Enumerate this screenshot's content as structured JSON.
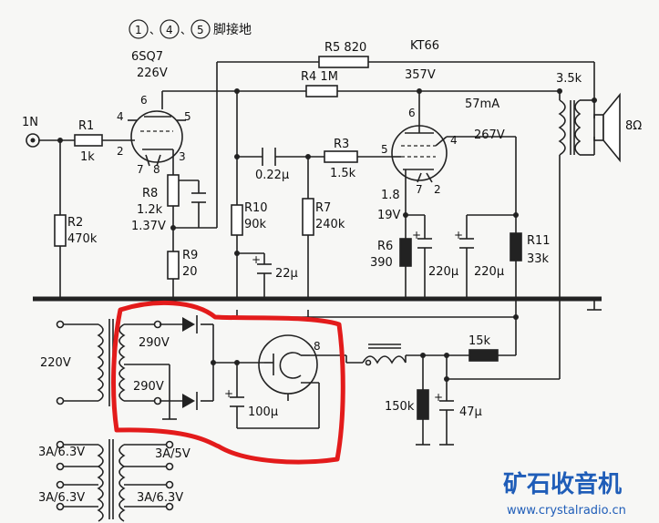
{
  "note": {
    "circled": [
      "1",
      "4",
      "5"
    ],
    "separator": "、",
    "suffix": "脚接地"
  },
  "tubes": {
    "pre": {
      "name": "6SQ7",
      "voltage": "226V",
      "pins": [
        "6",
        "4",
        "5",
        "2",
        "7",
        "8",
        "3"
      ]
    },
    "power": {
      "name": "KT66",
      "voltage": "357V",
      "current": "57mA",
      "screen": "267V",
      "pins": [
        "6",
        "5",
        "4",
        "7",
        "2"
      ]
    },
    "rect": {
      "pin": "8"
    }
  },
  "labels": {
    "input": "1N",
    "r1": "R1",
    "r1v": "1k",
    "r2": "R2",
    "r2v": "470k",
    "r8": "R8",
    "r8v": "1.2k",
    "k1": "1.37V",
    "r9": "R9",
    "r9v": "20",
    "r10": "R10",
    "r10v": "90k",
    "r7": "R7",
    "r7v": "240k",
    "cc": "0.22μ",
    "r3": "R3",
    "r3v": "1.5k",
    "r4": "R4 1M",
    "r5": "R5 820",
    "c22": "22μ",
    "k2": "1.8",
    "k2v": "19V",
    "r6": "R6",
    "r6v": "390",
    "c220a": "220μ",
    "c220b": "220μ",
    "r11": "R11",
    "r11v": "33k",
    "ot": "3.5k",
    "spk": "8Ω",
    "mains": "220V",
    "hv1": "290V",
    "hv2": "290V",
    "c100": "100μ",
    "r15": "15k",
    "r150": "150k",
    "c47": "47μ",
    "f1": "3A/6.3V",
    "f2": "3A/5V",
    "f3": "3A/6.3V",
    "f4": "3A/6.3V"
  },
  "watermark": {
    "name": "矿石收音机",
    "url": "www.crystalradio.cn"
  },
  "colors": {
    "highlight": "#e31b1b",
    "ink": "#222222",
    "watermark": "#1f5db8"
  }
}
